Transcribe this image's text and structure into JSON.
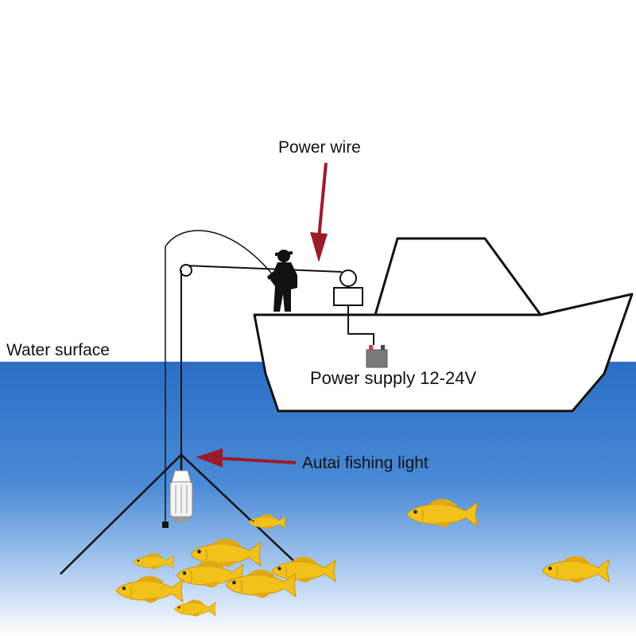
{
  "labels": {
    "power_wire": "Power wire",
    "water_surface": "Water surface",
    "power_supply": "Power supply 12-24V",
    "fishing_light": "Autai fishing light"
  },
  "colors": {
    "sky": "#ffffff",
    "water_top": "#2a6fc4",
    "water_bottom": "#ffffff",
    "arrow": "#9b1b2a",
    "hull": "#ffffff",
    "outline": "#111111",
    "fish_body": "#f2c21b",
    "fish_fin": "#e0a814",
    "battery": "#7a7a7a"
  },
  "icons": [
    "fisherman-icon",
    "fish-icon",
    "fishing-light-icon",
    "battery-icon",
    "pulley-icon",
    "arrow-icon"
  ]
}
